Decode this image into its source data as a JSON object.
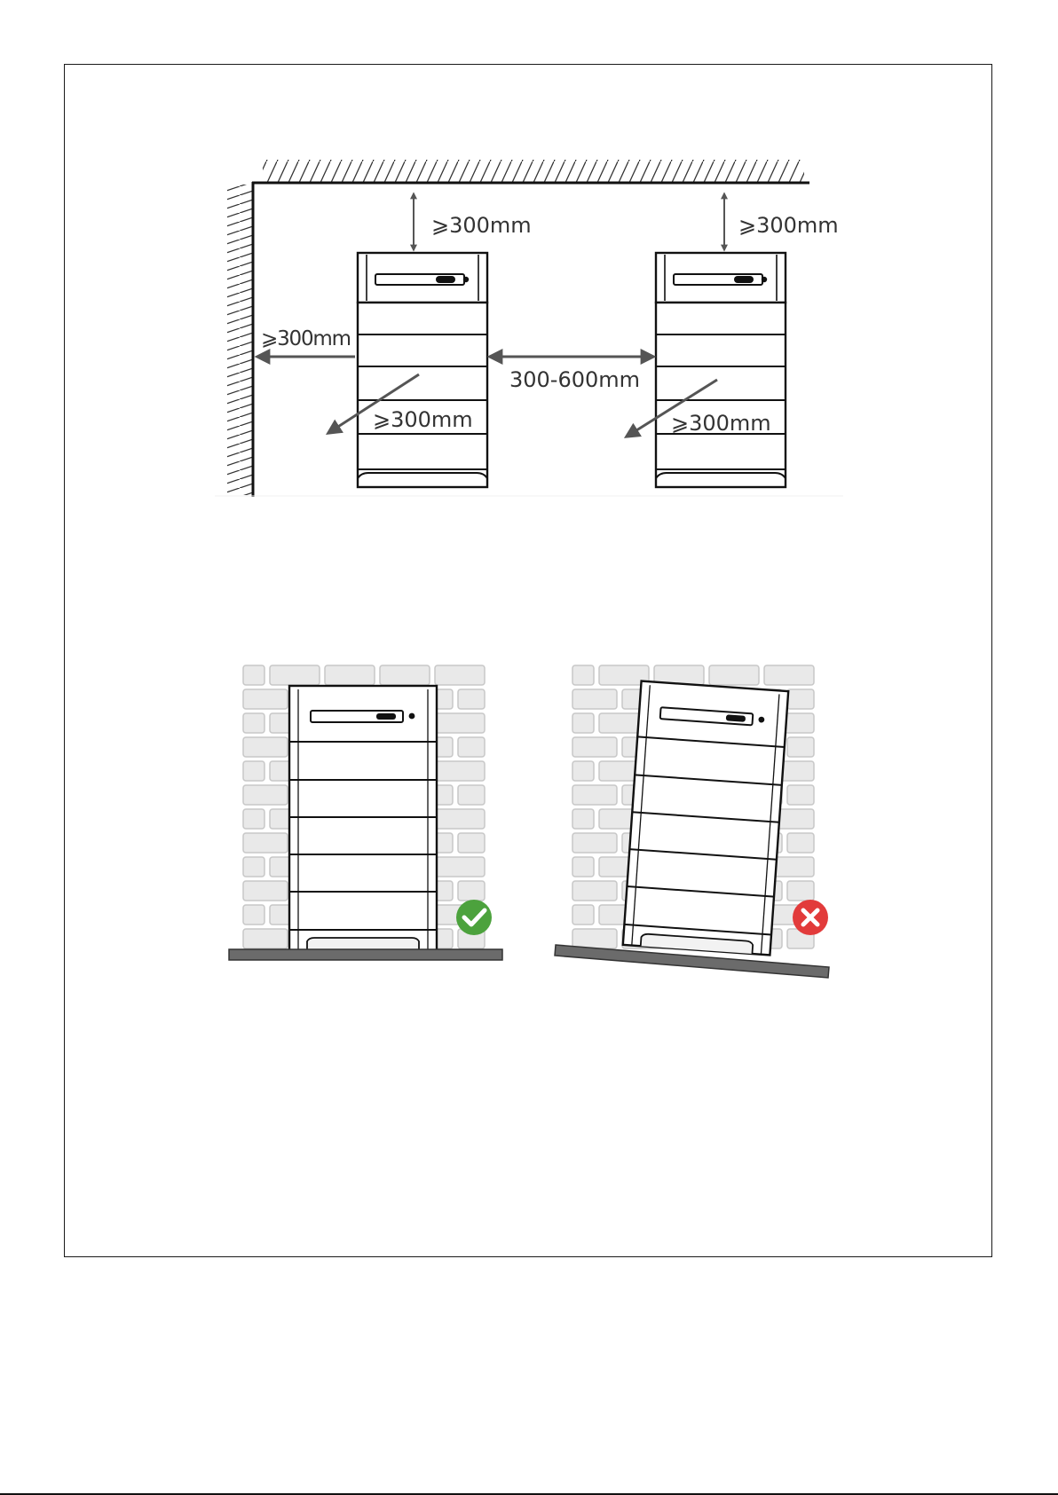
{
  "clearance_diagram": {
    "top_clearance_left": "⩾300mm",
    "top_clearance_right": "⩾300mm",
    "side_clearance": "⩾300mm",
    "front_clearance_left": "⩾300mm",
    "front_clearance_right": "⩾300mm",
    "between_units": "300-600mm"
  },
  "install_comparison": {
    "correct_icon": "check-icon",
    "incorrect_icon": "cross-icon",
    "correct_color": "#4ca23d",
    "incorrect_color": "#e23b3b"
  }
}
